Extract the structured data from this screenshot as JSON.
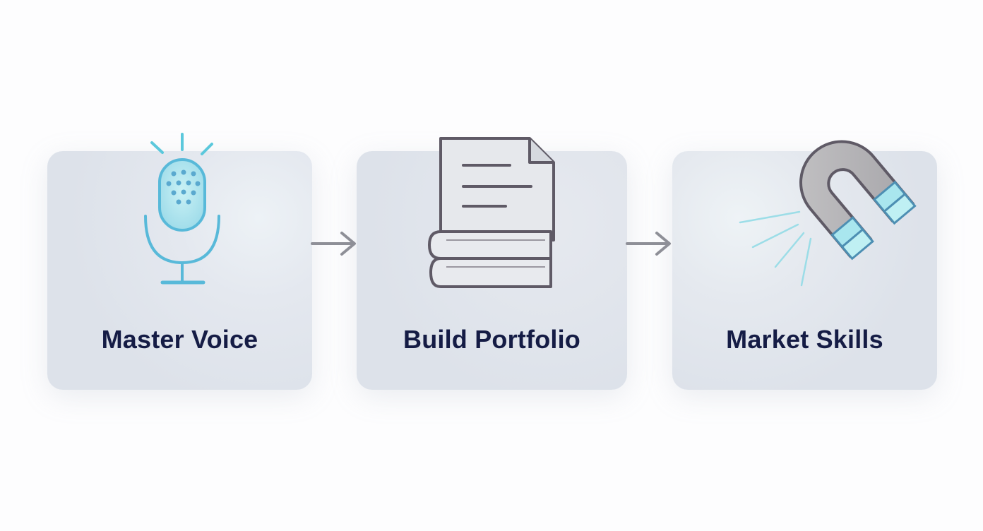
{
  "steps": [
    {
      "label": "Master Voice",
      "icon": "microphone-icon"
    },
    {
      "label": "Build Portfolio",
      "icon": "document-books-icon"
    },
    {
      "label": "Market Skills",
      "icon": "magnet-icon"
    }
  ],
  "connectors": [
    "arrow-right-icon",
    "arrow-right-icon"
  ],
  "colors": {
    "card": "#dde2ea",
    "label": "#151c45",
    "accent": "#5bc0dc",
    "accent_fill": "#a9e6ee",
    "outline": "#5f5a66",
    "arrow": "#8e8f97"
  }
}
